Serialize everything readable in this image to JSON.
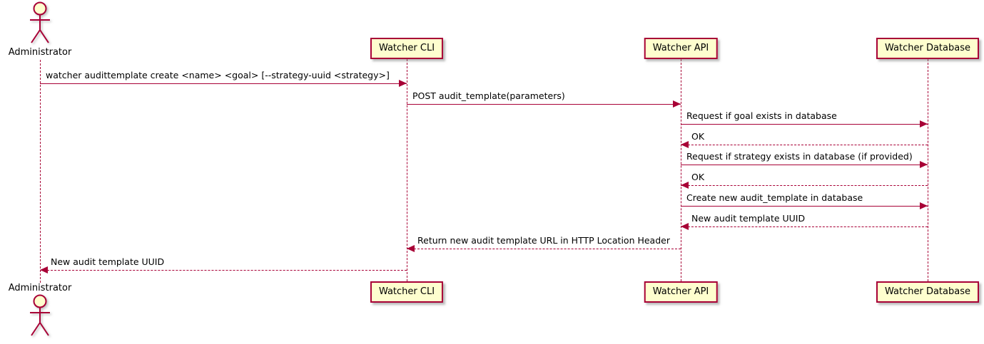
{
  "diagram": {
    "type": "uml-sequence-diagram",
    "colors": {
      "line": "#A80036",
      "participant_fill": "#FEFECE",
      "text": "#000000",
      "background": "#FFFFFF"
    },
    "actor": {
      "name": "Administrator"
    },
    "participants": [
      {
        "label": "Watcher CLI"
      },
      {
        "label": "Watcher API"
      },
      {
        "label": "Watcher Database"
      }
    ],
    "messages": [
      {
        "from": "Administrator",
        "to": "Watcher CLI",
        "style": "solid",
        "label": "watcher audittemplate create <name> <goal> [--strategy-uuid <strategy>]"
      },
      {
        "from": "Watcher CLI",
        "to": "Watcher API",
        "style": "solid",
        "label": "POST audit_template(parameters)"
      },
      {
        "from": "Watcher API",
        "to": "Watcher Database",
        "style": "solid",
        "label": "Request if goal exists in database"
      },
      {
        "from": "Watcher Database",
        "to": "Watcher API",
        "style": "dashed",
        "label": "OK"
      },
      {
        "from": "Watcher API",
        "to": "Watcher Database",
        "style": "solid",
        "label": "Request if strategy exists in database (if provided)"
      },
      {
        "from": "Watcher Database",
        "to": "Watcher API",
        "style": "dashed",
        "label": "OK"
      },
      {
        "from": "Watcher API",
        "to": "Watcher Database",
        "style": "solid",
        "label": "Create new audit_template in database"
      },
      {
        "from": "Watcher Database",
        "to": "Watcher API",
        "style": "dashed",
        "label": "New audit template UUID"
      },
      {
        "from": "Watcher API",
        "to": "Watcher CLI",
        "style": "dashed",
        "label": "Return new audit template URL in HTTP Location Header"
      },
      {
        "from": "Watcher CLI",
        "to": "Administrator",
        "style": "dashed",
        "label": "New audit template UUID"
      }
    ]
  }
}
